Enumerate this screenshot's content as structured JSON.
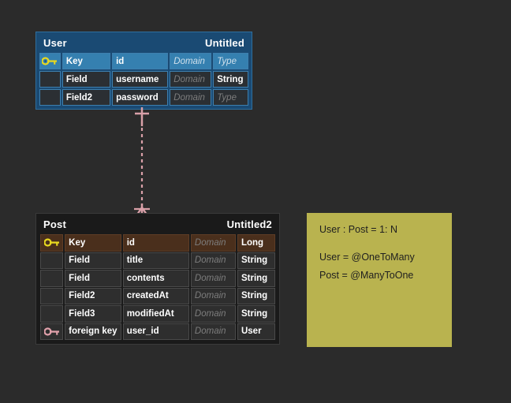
{
  "canvas": {
    "background_color": "#2b2b2b",
    "accent_blue": "#3580b0",
    "accent_brown": "#4a2f1c",
    "note_color": "#b9b34f",
    "relationship_color": "#d9a0a8"
  },
  "entities": [
    {
      "name": "User",
      "subtitle": "Untitled",
      "header_color": "#1a4a73",
      "rows": [
        {
          "key_icon": "yellow-key-icon",
          "role": "Key",
          "field": "id",
          "domain": "Domain",
          "type": "Type",
          "type_is_placeholder": true,
          "highlighted": true
        },
        {
          "key_icon": "",
          "role": "Field",
          "field": "username",
          "domain": "Domain",
          "type": "String",
          "type_is_placeholder": false,
          "highlighted": false
        },
        {
          "key_icon": "",
          "role": "Field2",
          "field": "password",
          "domain": "Domain",
          "type": "Type",
          "type_is_placeholder": true,
          "highlighted": false
        }
      ]
    },
    {
      "name": "Post",
      "subtitle": "Untitled2",
      "header_color": "#1a1a1a",
      "rows": [
        {
          "key_icon": "yellow-key-icon",
          "role": "Key",
          "field": "id",
          "domain": "Domain",
          "type": "Long",
          "type_is_placeholder": false,
          "highlighted": true
        },
        {
          "key_icon": "",
          "role": "Field",
          "field": "title",
          "domain": "Domain",
          "type": "String",
          "type_is_placeholder": false,
          "highlighted": false
        },
        {
          "key_icon": "",
          "role": "Field",
          "field": "contents",
          "domain": "Domain",
          "type": "String",
          "type_is_placeholder": false,
          "highlighted": false
        },
        {
          "key_icon": "",
          "role": "Field2",
          "field": "createdAt",
          "domain": "Domain",
          "type": "String",
          "type_is_placeholder": false,
          "highlighted": false
        },
        {
          "key_icon": "",
          "role": "Field3",
          "field": "modifiedAt",
          "domain": "Domain",
          "type": "String",
          "type_is_placeholder": false,
          "highlighted": false
        },
        {
          "key_icon": "pink-key-icon",
          "role": "foreign key",
          "field": "user_id",
          "domain": "Domain",
          "type": "User",
          "type_is_placeholder": false,
          "highlighted": false
        }
      ]
    }
  ],
  "relationship": {
    "from": "User",
    "to": "Post",
    "start_notation": "one",
    "end_notation": "many",
    "line_style": "dashed"
  },
  "note": {
    "lines": [
      "User : Post = 1: N",
      "User = @OneToMany",
      "Post = @ManyToOne"
    ]
  }
}
